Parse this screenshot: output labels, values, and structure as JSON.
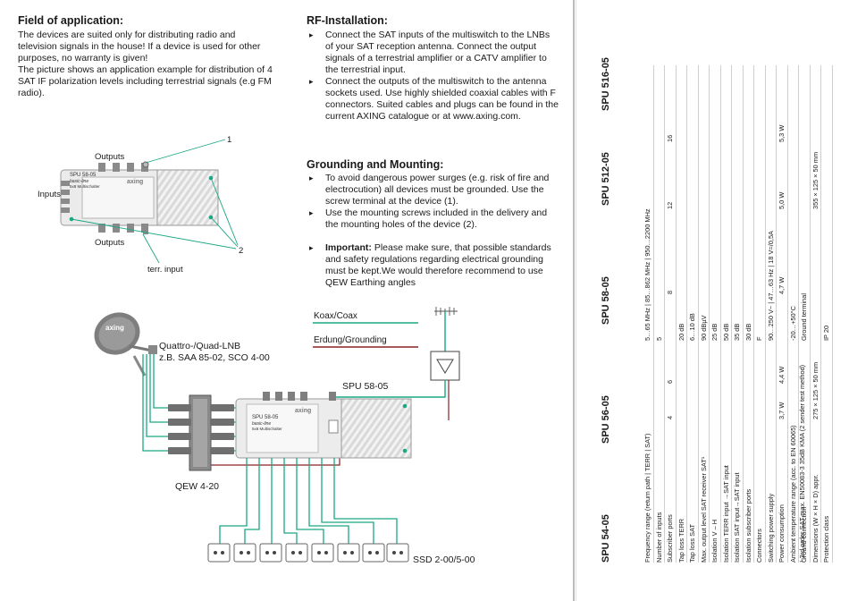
{
  "field_of_application": {
    "title": "Field of application:",
    "paragraph1": "The devices are suited only for distributing radio and television signals in the house! If a device is used for other purposes, no warranty is given!",
    "paragraph2": "The picture shows an application example for distribution of 4 SAT IF polarization levels including terrestrial signals (e.g FM radio)."
  },
  "rf_installation": {
    "title": "RF-Installation:",
    "bullets": [
      "Connect the SAT inputs of the multiswitch to the LNBs of your SAT reception antenna. Connect the output signals of a terrestrial amplifier or a CATV amplifier to the terrestrial input.",
      "Connect the outputs of the multiswitch to the antenna sockets used. Use highly shielded coaxial cables with F connectors. Suited cables and plugs can be found in the current AXING catalogue or at www.axing.com."
    ]
  },
  "grounding": {
    "title": "Grounding and Mounting:",
    "bullets": [
      "To avoid dangerous power surges (e.g. risk of fire and electrocution) all devices must be grounded. Use the screw terminal at the device (1).",
      "Use the mounting screws included in the delivery and the mounting holes of the device (2)."
    ],
    "important_label": "Important:",
    "important_text": " Please make sure, that possible standards and safety regulations regarding electrical grounding must be kept.We would therefore recommend to use QEW Earthing angles"
  },
  "device_figure": {
    "outputs_top": "Outputs",
    "outputs_bottom": "Outputs",
    "inputs": "Inputs",
    "terr_input": "terr. input",
    "callout_1": "1",
    "callout_2": "2",
    "device_label": "SPU 58-05",
    "device_line": "basic-line",
    "device_subtitle": "5x8 Multischalter",
    "brand": "axing"
  },
  "installation_diagram": {
    "legend_coax": "Koax/Coax",
    "legend_ground": "Erdung/Grounding",
    "lnb_line1": "Quattro-/Quad-LNB",
    "lnb_line2": "z.B. SAA 85-02, SCO 4-00",
    "multiswitch": "SPU 58-05",
    "ground_angle": "QEW 4-20",
    "sockets": "SSD 2-00/5-00",
    "dish_brand": "axing",
    "device_brand": "axing",
    "device_label": "SPU 58-05",
    "device_line": "basic-line",
    "device_subtitle": "5x8 Multischalter",
    "coax_color": "#1aa884",
    "ground_color": "#8b2222"
  },
  "spec_table": {
    "models": [
      "SPU 54-05",
      "SPU 56-05",
      "SPU 58-05",
      "SPU 512-05",
      "SPU 516-05"
    ],
    "rows": [
      {
        "label": "Frequency range (return path | TERR | SAT)",
        "common": "5…65 MHz | 85…862 MHz | 950…2200 MHz",
        "values": []
      },
      {
        "label": "Number of inputs",
        "common": "5",
        "values": []
      },
      {
        "label": "Subscriber ports",
        "common": "",
        "values": [
          "4",
          "6",
          "8",
          "12",
          "16"
        ]
      },
      {
        "label": "Tap loss TERR",
        "common": "20 dB",
        "values": []
      },
      {
        "label": "Tap loss SAT",
        "common": "6…10 dB",
        "values": []
      },
      {
        "label": "Max. output level SAT receiver SAT¹",
        "common": "90 dBµV",
        "values": []
      },
      {
        "label": "Isolation V – H",
        "common": "25 dB",
        "values": []
      },
      {
        "label": "Isolation TERR input →SAT input",
        "common": "50 dB",
        "values": []
      },
      {
        "label": "Isolation SAT input→SAT input",
        "common": "35 dB",
        "values": []
      },
      {
        "label": "Isolation subscriber ports",
        "common": "30 dB",
        "values": []
      },
      {
        "label": "Connectors",
        "common": "F",
        "values": []
      },
      {
        "label": "Switching power supply",
        "common": "90…250 V~ | 47…63 Hz | 18 V=/0,5A",
        "values": []
      },
      {
        "label": "Power consumption",
        "common": "",
        "values": [
          "3,7 W",
          "4,4 W",
          "4,7 W",
          "5,0 W",
          "5,3 W"
        ]
      },
      {
        "label": "Ambient temperature range (acc. to EN 60065)",
        "common": "-20…+50°C",
        "values": []
      },
      {
        "label": "Ground connection",
        "common": "Ground terminal",
        "values": []
      },
      {
        "label": "Dimensions (W × H × D) appr.",
        "common": "",
        "values": [
          "275 × 125 × 50 mm",
          "",
          "",
          "355 × 125 × 50 mm",
          ""
        ]
      },
      {
        "label": "Protection class",
        "common": "IP 20",
        "values": []
      }
    ],
    "footnote": "¹ 3rd order SAT max. EN50083-3 35dB KMA (2 sender test method)"
  }
}
